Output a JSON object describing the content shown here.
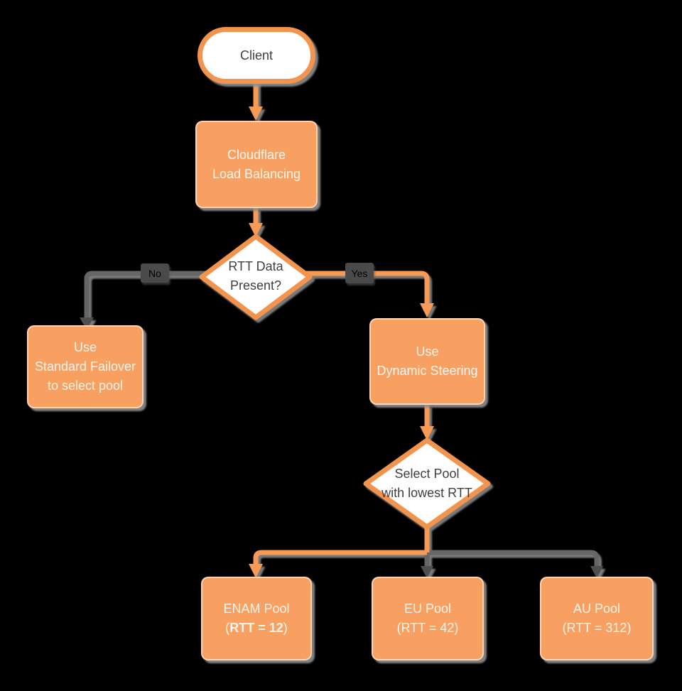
{
  "diagram": {
    "type": "flowchart",
    "colors": {
      "background": "#000000",
      "node_fill_orange": "#F8A061",
      "shape_stroke_orange": "#F2944E",
      "alt_path_gray": "#666666",
      "arrowhead_dark": "#4F4F4F",
      "white_fill": "#FFFFFF",
      "dark_text": "#3F3F3F",
      "light_text": "#FCF5ED",
      "shadow_gray": "#8F8F8F"
    }
  },
  "nodes": {
    "client": {
      "label": "Client"
    },
    "clb": {
      "lines": [
        "Cloudflare",
        "Load Balancing"
      ]
    },
    "rtt_decision": {
      "lines": [
        "RTT Data",
        "Present?"
      ]
    },
    "standard_failover": {
      "lines": [
        "Use",
        "Standard Failover",
        "to select pool"
      ]
    },
    "dynamic_steering": {
      "lines": [
        "Use",
        "Dynamic Steering"
      ]
    },
    "select_pool": {
      "lines": [
        "Select Pool",
        "with lowest RTT"
      ]
    },
    "enam_pool": {
      "line1": "ENAM Pool",
      "l2_open": "(",
      "l2_bold": "RTT = 12",
      "l2_close": ")"
    },
    "eu_pool": {
      "lines": [
        "EU Pool",
        "(RTT = 42)"
      ]
    },
    "au_pool": {
      "lines": [
        "AU Pool",
        "(RTT = 312)"
      ]
    }
  },
  "edges": {
    "no_label": "No",
    "yes_label": "Yes"
  }
}
